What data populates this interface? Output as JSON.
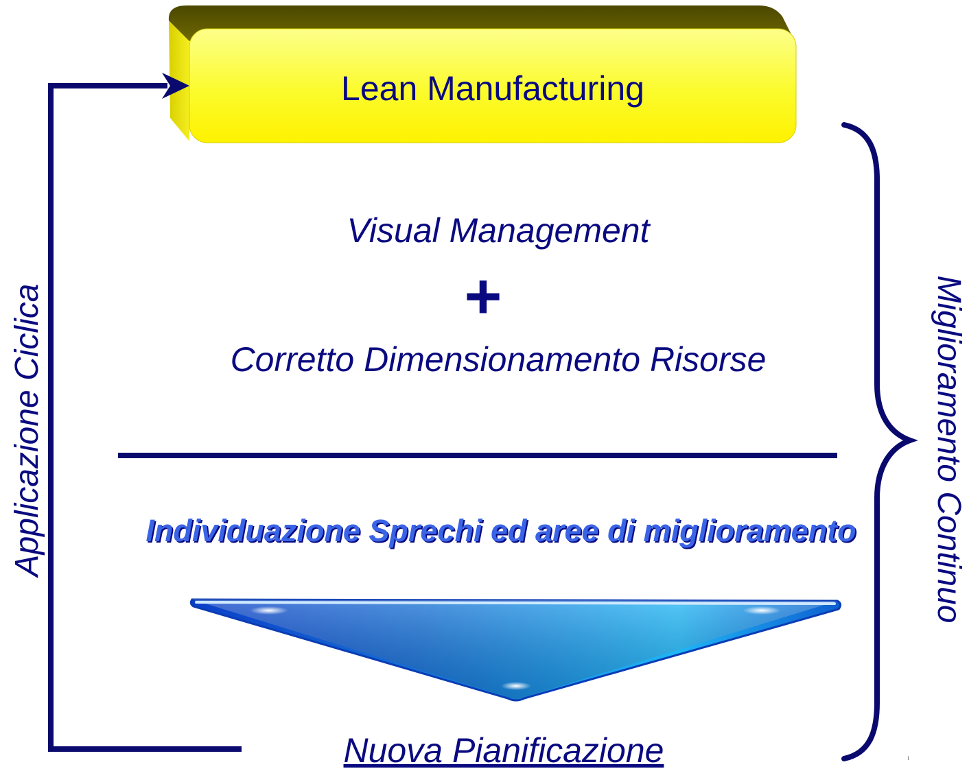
{
  "title_box": {
    "label": "Lean Manufacturing"
  },
  "inputs": {
    "first": "Visual Management",
    "operator": "+",
    "second": "Corretto Dimensionamento Risorse"
  },
  "result": {
    "label": "Individuazione Sprechi ed aree di miglioramento"
  },
  "output": {
    "label": "Nuova Pianificazione"
  },
  "left_loop": {
    "label": "Applicazione Ciclica"
  },
  "right_brace": {
    "label": "Miglioramento Continuo"
  },
  "footnote": "ı",
  "colors": {
    "text": "#0a0a80",
    "box_face": "#ffff33",
    "box_top": "#5f5a00",
    "highlight_text": "#3a64e6",
    "arrow_blue": "#1e7ae0"
  }
}
